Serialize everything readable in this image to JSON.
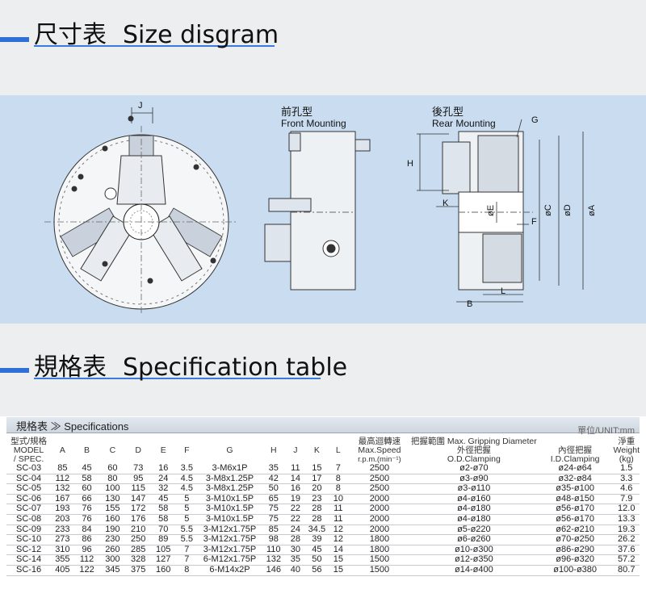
{
  "section1": {
    "cn": "尺寸表",
    "en": "Size disgram"
  },
  "section2": {
    "cn": "規格表",
    "en": "Specification table"
  },
  "diagram": {
    "front_cn": "前孔型",
    "front_en": "Front Mounting",
    "rear_cn": "後孔型",
    "rear_en": "Rear  Mounting",
    "letters": {
      "J": "J",
      "G": "G",
      "H": "H",
      "K": "K",
      "E": "øE",
      "C": "øC",
      "D": "øD",
      "A": "øA",
      "F": "F",
      "L": "L",
      "B": "B"
    }
  },
  "spec": {
    "header_label": "規格表 ≫ Specifications",
    "unit": "單位/UNIT:mm",
    "columns": {
      "model1": "型式/規格",
      "model2": "MODEL",
      "model3": "/ SPEC.",
      "A": "A",
      "B": "B",
      "C": "C",
      "D": "D",
      "E": "E",
      "F": "F",
      "G": "G",
      "H": "H",
      "J": "J",
      "K": "K",
      "L": "L",
      "speed1": "最高迴轉速",
      "speed2": "Max.Speed",
      "speed3": "r.p.m.(min⁻¹)",
      "grip_title": "把握範圍  Max. Gripping Diameter",
      "od1": "外徑把握",
      "od2": "O.D.Clamping",
      "id1": "內徑把握",
      "id2": "I.D.Clamping",
      "w1": "淨重",
      "w2": "Weight",
      "w3": "(kg)"
    },
    "rows": [
      [
        "SC-03",
        "85",
        "45",
        "60",
        "73",
        "16",
        "3.5",
        "3-M6x1P",
        "35",
        "11",
        "15",
        "7",
        "2500",
        "ø2-ø70",
        "ø24-ø64",
        "1.5"
      ],
      [
        "SC-04",
        "112",
        "58",
        "80",
        "95",
        "24",
        "4.5",
        "3-M8x1.25P",
        "42",
        "14",
        "17",
        "8",
        "2500",
        "ø3-ø90",
        "ø32-ø84",
        "3.3"
      ],
      [
        "SC-05",
        "132",
        "60",
        "100",
        "115",
        "32",
        "4.5",
        "3-M8x1.25P",
        "50",
        "16",
        "20",
        "8",
        "2500",
        "ø3-ø110",
        "ø35-ø100",
        "4.6"
      ],
      [
        "SC-06",
        "167",
        "66",
        "130",
        "147",
        "45",
        "5",
        "3-M10x1.5P",
        "65",
        "19",
        "23",
        "10",
        "2000",
        "ø4-ø160",
        "ø48-ø150",
        "7.9"
      ],
      [
        "SC-07",
        "193",
        "76",
        "155",
        "172",
        "58",
        "5",
        "3-M10x1.5P",
        "75",
        "22",
        "28",
        "11",
        "2000",
        "ø4-ø180",
        "ø56-ø170",
        "12.0"
      ],
      [
        "SC-08",
        "203",
        "76",
        "160",
        "176",
        "58",
        "5",
        "3-M10x1.5P",
        "75",
        "22",
        "28",
        "11",
        "2000",
        "ø4-ø180",
        "ø56-ø170",
        "13.3"
      ],
      [
        "SC-09",
        "233",
        "84",
        "190",
        "210",
        "70",
        "5.5",
        "3-M12x1.75P",
        "85",
        "24",
        "34.5",
        "12",
        "2000",
        "ø5-ø220",
        "ø62-ø210",
        "19.3"
      ],
      [
        "SC-10",
        "273",
        "86",
        "230",
        "250",
        "89",
        "5.5",
        "3-M12x1.75P",
        "98",
        "28",
        "39",
        "12",
        "1800",
        "ø6-ø260",
        "ø70-ø250",
        "26.2"
      ],
      [
        "SC-12",
        "310",
        "96",
        "260",
        "285",
        "105",
        "7",
        "3-M12x1.75P",
        "110",
        "30",
        "45",
        "14",
        "1800",
        "ø10-ø300",
        "ø86-ø290",
        "37.6"
      ],
      [
        "SC-14",
        "355",
        "112",
        "300",
        "328",
        "127",
        "7",
        "6-M12x1.75P",
        "132",
        "35",
        "50",
        "15",
        "1500",
        "ø12-ø350",
        "ø96-ø320",
        "57.2"
      ],
      [
        "SC-16",
        "405",
        "122",
        "345",
        "375",
        "160",
        "8",
        "6-M14x2P",
        "146",
        "40",
        "56",
        "15",
        "1500",
        "ø14-ø400",
        "ø100-ø380",
        "80.7"
      ]
    ]
  }
}
